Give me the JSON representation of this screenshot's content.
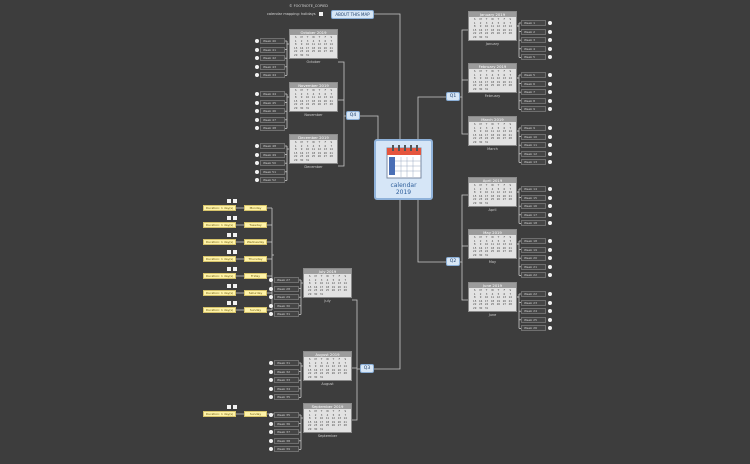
{
  "central": {
    "title": "calendar\n2019"
  },
  "about": {
    "label": "ABOUT THIS MAP"
  },
  "top_notes": [
    "© FOOTNOTE_COPIED",
    "calendar mapping: holidays"
  ],
  "quarters": [
    "Q1",
    "Q2",
    "Q3",
    "Q4"
  ],
  "weekday_header": [
    "S",
    "M",
    "T",
    "W",
    "T",
    "F",
    "S"
  ],
  "months": [
    {
      "name": "January 2019",
      "label": "January",
      "weeks": [
        "Week 1",
        "Week 2",
        "Week 3",
        "Week 4",
        "Week 5"
      ]
    },
    {
      "name": "February 2019",
      "label": "February",
      "weeks": [
        "Week 5",
        "Week 6",
        "Week 7",
        "Week 8",
        "Week 9"
      ]
    },
    {
      "name": "March 2019",
      "label": "March",
      "weeks": [
        "Week 9",
        "Week 10",
        "Week 11",
        "Week 12",
        "Week 13"
      ]
    },
    {
      "name": "April 2019",
      "label": "April",
      "weeks": [
        "Week 14",
        "Week 15",
        "Week 16",
        "Week 17",
        "Week 18"
      ]
    },
    {
      "name": "May 2019",
      "label": "May",
      "weeks": [
        "Week 18",
        "Week 19",
        "Week 20",
        "Week 21",
        "Week 22"
      ]
    },
    {
      "name": "June 2019",
      "label": "June",
      "weeks": [
        "Week 22",
        "Week 23",
        "Week 24",
        "Week 25",
        "Week 26"
      ]
    },
    {
      "name": "July 2019",
      "label": "July",
      "weeks": [
        "Week 27",
        "Week 28",
        "Week 29",
        "Week 30",
        "Week 31"
      ]
    },
    {
      "name": "August 2019",
      "label": "August",
      "weeks": [
        "Week 31",
        "Week 32",
        "Week 33",
        "Week 34",
        "Week 35"
      ]
    },
    {
      "name": "September 2019",
      "label": "September",
      "weeks": [
        "Week 35",
        "Week 36",
        "Week 37",
        "Week 38",
        "Week 39"
      ]
    },
    {
      "name": "October 2019",
      "label": "October",
      "weeks": [
        "Week 40",
        "Week 41",
        "Week 42",
        "Week 43",
        "Week 44"
      ]
    },
    {
      "name": "November 2019",
      "label": "November",
      "weeks": [
        "Week 44",
        "Week 45",
        "Week 46",
        "Week 47",
        "Week 48"
      ]
    },
    {
      "name": "December 2019",
      "label": "December",
      "weeks": [
        "Week 48",
        "Week 49",
        "Week 50",
        "Week 51",
        "Week 52"
      ]
    }
  ],
  "day_numbers": [
    "1",
    "2",
    "3",
    "4",
    "5",
    "6",
    "7",
    "8",
    "9",
    "10",
    "11",
    "12",
    "13",
    "14",
    "15",
    "16",
    "17",
    "18",
    "19",
    "20",
    "21",
    "22",
    "23",
    "24",
    "25",
    "26",
    "27",
    "28",
    "29",
    "30",
    "31"
  ],
  "july_days": [
    {
      "day": "Monday",
      "tag": "Duration: 1 day(s)"
    },
    {
      "day": "Tuesday",
      "tag": "Duration: 1 day(s)"
    },
    {
      "day": "Wednesday",
      "tag": "Duration: 1 day(s)"
    },
    {
      "day": "Thursday",
      "tag": "Duration: 1 day(s)"
    },
    {
      "day": "Friday",
      "tag": "Duration: 1 day(s)"
    },
    {
      "day": "Saturday",
      "tag": "Duration: 1 day(s)"
    },
    {
      "day": "Sunday",
      "tag": "Duration: 1 day(s)"
    }
  ],
  "sept_day": {
    "day": "Sunday",
    "tag": "Duration: 1 day(s)"
  }
}
